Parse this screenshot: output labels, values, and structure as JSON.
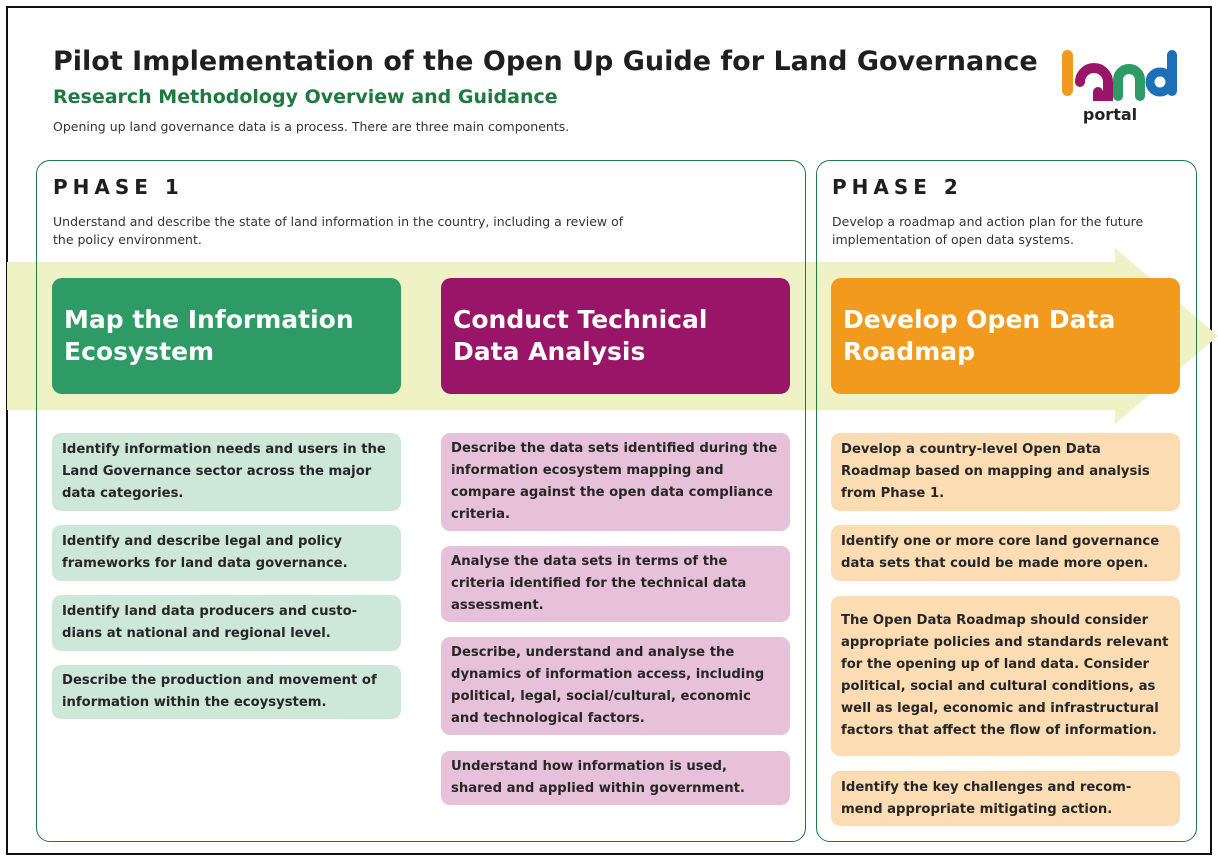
{
  "header": {
    "title": "Pilot Implementation of the Open Up Guide for Land Governance",
    "subtitle": "Research Methodology Overview and Guidance",
    "intro": "Opening up land governance data is a process. There are three main components."
  },
  "logo": {
    "word": "land",
    "tagline": "portal",
    "colors": [
      "#f29a1e",
      "#991568",
      "#2e9a66",
      "#1d6fb8"
    ]
  },
  "colors": {
    "phase_border": "#1e7a3f",
    "arrow": "#eef2c4",
    "green": "#2e9a66",
    "green_light": "#cde7d9",
    "purple": "#991568",
    "purple_light": "#e6c1d9",
    "orange": "#f29a1e",
    "orange_light": "#fbdcb3"
  },
  "phase1": {
    "title": "PHASE 1",
    "description": "Understand and describe the state of land information in the country, including a review of the policy environment.",
    "columns": [
      {
        "heading": "Map the Information Ecosystem",
        "items": [
          "Identify information needs and users in the Land Governance sector across the major data categories.",
          "Identify and describe legal and policy frameworks for land data governance.",
          "Identify land data producers and custo-dians at national and regional level.",
          "Describe the production and movement of information within the ecoysystem."
        ]
      },
      {
        "heading": "Conduct Technical Data Analysis",
        "items": [
          "Describe the data sets identified during the information ecosystem mapping and compare against the open data compliance criteria.",
          "Analyse the data sets in terms of the criteria identified for the technical data assessment.",
          "Describe, understand and analyse the dynamics of information access, including political, legal, social/cultural, economic and technological factors.",
          "Understand how information is used, shared and applied within government."
        ]
      }
    ]
  },
  "phase2": {
    "title": "PHASE 2",
    "description": "Develop a roadmap and action plan for the future implementation of open data systems.",
    "columns": [
      {
        "heading": "Develop Open Data Roadmap",
        "items": [
          "Develop a country-level Open Data Roadmap based on mapping and analysis from Phase 1.",
          "Identify one or more core land governance data sets that could be made more open.",
          "The Open Data Roadmap should consider appropriate policies and standards relevant for the opening up of land data. Consider political, social and cultural conditions, as well as legal, economic and infrastructural factors that affect the flow of information.",
          "Identify the key challenges and recom-mend appropriate mitigating action."
        ]
      }
    ]
  }
}
